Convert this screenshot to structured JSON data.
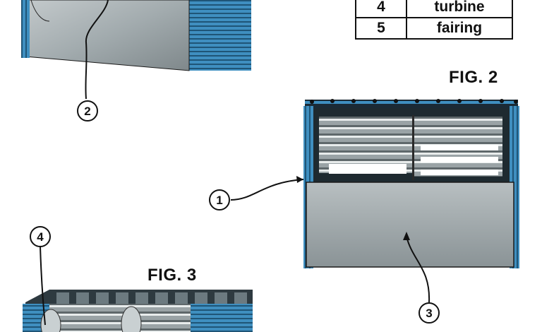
{
  "legend": {
    "rows": [
      {
        "num": "4",
        "name": "turbine"
      },
      {
        "num": "5",
        "name": "fairing"
      }
    ]
  },
  "figures": {
    "fig2": {
      "label": "FIG. 2"
    },
    "fig3": {
      "label": "FIG. 3"
    }
  },
  "callouts": {
    "c1": "1",
    "c2": "2",
    "c3": "3",
    "c4": "4"
  },
  "colors": {
    "frame_blue": "#3f8fc0",
    "frame_dark": "#1b4a6b",
    "panel_grey": "#9aa3a6",
    "ink": "#111111"
  }
}
